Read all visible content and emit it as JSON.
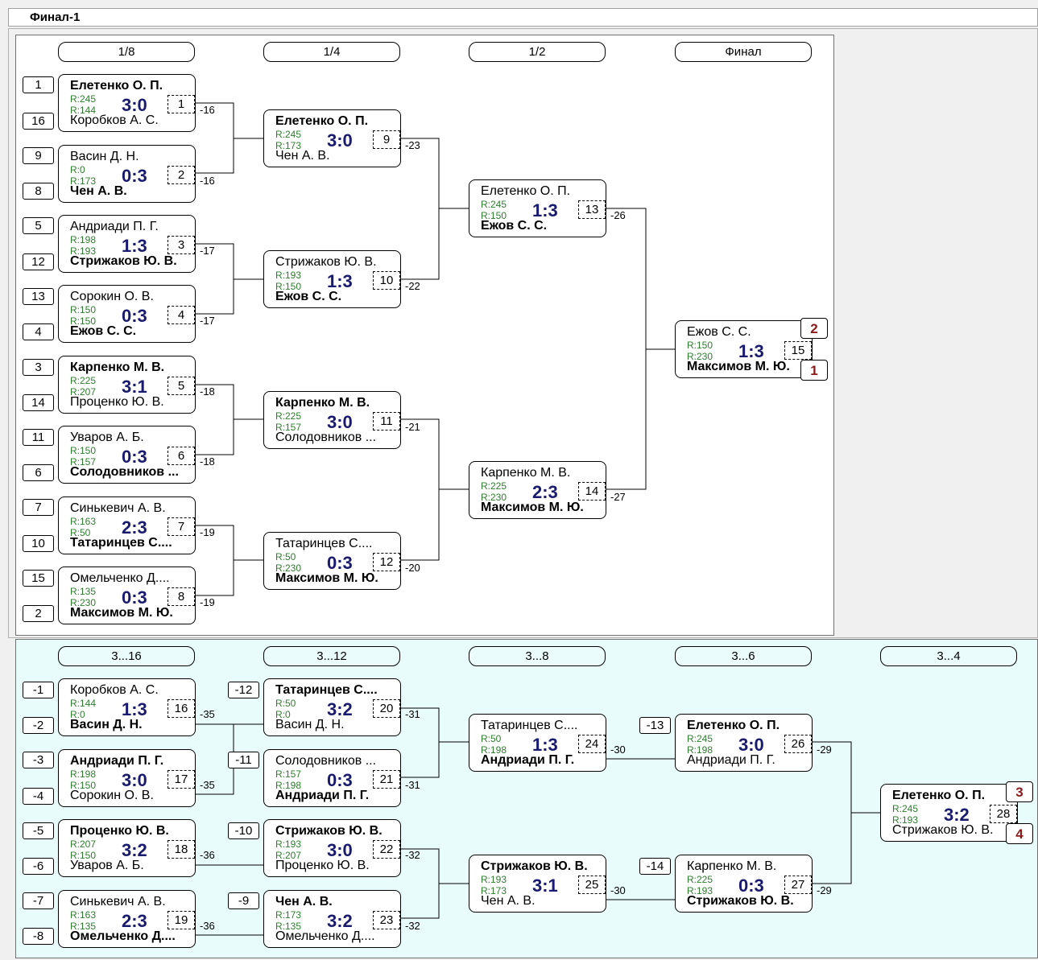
{
  "title": "Финал-1",
  "upper_rounds": [
    "1/8",
    "1/4",
    "1/2",
    "Финал"
  ],
  "lower_rounds": [
    "3...16",
    "3...12",
    "3...8",
    "3...6",
    "3...4"
  ],
  "seeds": [
    "1",
    "16",
    "9",
    "8",
    "5",
    "12",
    "13",
    "4",
    "3",
    "14",
    "11",
    "6",
    "7",
    "10",
    "15",
    "2"
  ],
  "lower_seeds": [
    "-1",
    "-2",
    "-3",
    "-4",
    "-5",
    "-6",
    "-7",
    "-8",
    "-12",
    "-11",
    "-10",
    "-9",
    "-13",
    "-14"
  ],
  "matches": {
    "m1": {
      "p1": "Елетенко О. П.",
      "p2": "Коробков А. С.",
      "r1": "R:245",
      "r2": "R:144",
      "score": "3:0",
      "num": "1",
      "loser": "-16"
    },
    "m2": {
      "p1": "Васин Д. Н.",
      "p2": "Чен А. В.",
      "r1": "R:0",
      "r2": "R:173",
      "score": "0:3",
      "num": "2",
      "loser": "-16"
    },
    "m3": {
      "p1": "Андриади П. Г.",
      "p2": "Стрижаков Ю. В.",
      "r1": "R:198",
      "r2": "R:193",
      "score": "1:3",
      "num": "3",
      "loser": "-17"
    },
    "m4": {
      "p1": "Сорокин О. В.",
      "p2": "Ежов С. С.",
      "r1": "R:150",
      "r2": "R:150",
      "score": "0:3",
      "num": "4",
      "loser": "-17"
    },
    "m5": {
      "p1": "Карпенко М. В.",
      "p2": "Проценко Ю. В.",
      "r1": "R:225",
      "r2": "R:207",
      "score": "3:1",
      "num": "5",
      "loser": "-18"
    },
    "m6": {
      "p1": "Уваров А. Б.",
      "p2": "Солодовников ...",
      "r1": "R:150",
      "r2": "R:157",
      "score": "0:3",
      "num": "6",
      "loser": "-18"
    },
    "m7": {
      "p1": "Синькевич А. В.",
      "p2": "Татаринцев С....",
      "r1": "R:163",
      "r2": "R:50",
      "score": "2:3",
      "num": "7",
      "loser": "-19"
    },
    "m8": {
      "p1": "Омельченко Д....",
      "p2": "Максимов М. Ю.",
      "r1": "R:135",
      "r2": "R:230",
      "score": "0:3",
      "num": "8",
      "loser": "-19"
    },
    "m9": {
      "p1": "Елетенко О. П.",
      "p2": "Чен А. В.",
      "r1": "R:245",
      "r2": "R:173",
      "score": "3:0",
      "num": "9",
      "loser": "-23"
    },
    "m10": {
      "p1": "Стрижаков Ю. В.",
      "p2": "Ежов С. С.",
      "r1": "R:193",
      "r2": "R:150",
      "score": "1:3",
      "num": "10",
      "loser": "-22"
    },
    "m11": {
      "p1": "Карпенко М. В.",
      "p2": "Солодовников ...",
      "r1": "R:225",
      "r2": "R:157",
      "score": "3:0",
      "num": "11",
      "loser": "-21"
    },
    "m12": {
      "p1": "Татаринцев С....",
      "p2": "Максимов М. Ю.",
      "r1": "R:50",
      "r2": "R:230",
      "score": "0:3",
      "num": "12",
      "loser": "-20"
    },
    "m13": {
      "p1": "Елетенко О. П.",
      "p2": "Ежов С. С.",
      "r1": "R:245",
      "r2": "R:150",
      "score": "1:3",
      "num": "13",
      "loser": "-26"
    },
    "m14": {
      "p1": "Карпенко М. В.",
      "p2": "Максимов М. Ю.",
      "r1": "R:225",
      "r2": "R:230",
      "score": "2:3",
      "num": "14",
      "loser": "-27"
    },
    "m15": {
      "p1": "Ежов С. С.",
      "p2": "Максимов М. Ю.",
      "r1": "R:150",
      "r2": "R:230",
      "score": "1:3",
      "num": "15",
      "place1": "2",
      "place2": "1"
    },
    "m16": {
      "p1": "Коробков А. С.",
      "p2": "Васин Д. Н.",
      "r1": "R:144",
      "r2": "R:0",
      "score": "1:3",
      "num": "16",
      "loser": "-35"
    },
    "m17": {
      "p1": "Андриади П. Г.",
      "p2": "Сорокин О. В.",
      "r1": "R:198",
      "r2": "R:150",
      "score": "3:0",
      "num": "17",
      "loser": "-35"
    },
    "m18": {
      "p1": "Проценко Ю. В.",
      "p2": "Уваров А. Б.",
      "r1": "R:207",
      "r2": "R:150",
      "score": "3:2",
      "num": "18",
      "loser": "-36"
    },
    "m19": {
      "p1": "Синькевич А. В.",
      "p2": "Омельченко Д....",
      "r1": "R:163",
      "r2": "R:135",
      "score": "2:3",
      "num": "19",
      "loser": "-36"
    },
    "m20": {
      "p1": "Татаринцев С....",
      "p2": "Васин Д. Н.",
      "r1": "R:50",
      "r2": "R:0",
      "score": "3:2",
      "num": "20",
      "loser": "-31"
    },
    "m21": {
      "p1": "Солодовников ...",
      "p2": "Андриади П. Г.",
      "r1": "R:157",
      "r2": "R:198",
      "score": "0:3",
      "num": "21",
      "loser": "-31"
    },
    "m22": {
      "p1": "Стрижаков Ю. В.",
      "p2": "Проценко Ю. В.",
      "r1": "R:193",
      "r2": "R:207",
      "score": "3:0",
      "num": "22",
      "loser": "-32"
    },
    "m23": {
      "p1": "Чен А. В.",
      "p2": "Омельченко Д....",
      "r1": "R:173",
      "r2": "R:135",
      "score": "3:2",
      "num": "23",
      "loser": "-32"
    },
    "m24": {
      "p1": "Татаринцев С....",
      "p2": "Андриади П. Г.",
      "r1": "R:50",
      "r2": "R:198",
      "score": "1:3",
      "num": "24",
      "loser": "-30"
    },
    "m25": {
      "p1": "Стрижаков Ю. В.",
      "p2": "Чен А. В.",
      "r1": "R:193",
      "r2": "R:173",
      "score": "3:1",
      "num": "25",
      "loser": "-30"
    },
    "m26": {
      "p1": "Елетенко О. П.",
      "p2": "Андриади П. Г.",
      "r1": "R:245",
      "r2": "R:198",
      "score": "3:0",
      "num": "26",
      "loser": "-29"
    },
    "m27": {
      "p1": "Карпенко М. В.",
      "p2": "Стрижаков Ю. В.",
      "r1": "R:225",
      "r2": "R:193",
      "score": "0:3",
      "num": "27",
      "loser": "-29"
    },
    "m28": {
      "p1": "Елетенко О. П.",
      "p2": "Стрижаков Ю. В.",
      "r1": "R:245",
      "r2": "R:193",
      "score": "3:2",
      "num": "28",
      "place1": "3",
      "place2": "4"
    }
  },
  "colors": {
    "panel_upper": "#ffffff",
    "panel_lower": "#e9fcfc",
    "score": "#1a1a6e",
    "rating": "#2e7d2e",
    "place": "#8b1a1a"
  }
}
